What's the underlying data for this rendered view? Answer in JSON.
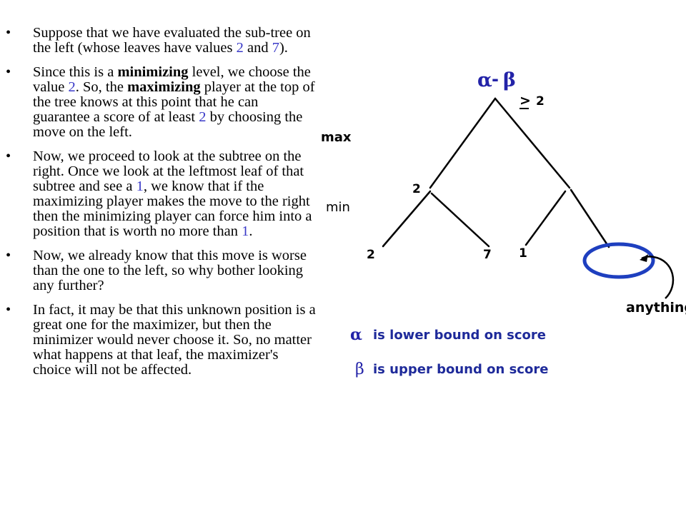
{
  "bullets": [
    {
      "parts": [
        {
          "t": "Suppose that we have evaluated the sub-tree on the left (whose leaves have values "
        },
        {
          "t": "2",
          "hl": true
        },
        {
          "t": " and "
        },
        {
          "t": "7",
          "hl": true
        },
        {
          "t": ")."
        }
      ]
    },
    {
      "parts": [
        {
          "t": "Since this is a "
        },
        {
          "t": "minimizing",
          "b": true
        },
        {
          "t": " level, we choose the value "
        },
        {
          "t": "2",
          "hl": true
        },
        {
          "t": ". So, the "
        },
        {
          "t": "maximizing",
          "b": true
        },
        {
          "t": " player at the top of the tree knows at this point that he can guarantee a score of at least "
        },
        {
          "t": "2",
          "hl": true
        },
        {
          "t": " by choosing the move on the left."
        }
      ]
    },
    {
      "parts": [
        {
          "t": "Now, we proceed to look at the subtree on the right. Once we look at the leftmost leaf of that subtree and see a "
        },
        {
          "t": "1",
          "hl": true
        },
        {
          "t": ", we know that if the maximizing player makes the move to the right then the minimizing player can force him into a position that is worth no more than "
        },
        {
          "t": "1",
          "hl": true
        },
        {
          "t": "."
        }
      ]
    },
    {
      "parts": [
        {
          "t": "Now, we already know that this move is worse than the one to the left, so why bother looking any further?"
        }
      ]
    },
    {
      "parts": [
        {
          "t": "In fact, it may be that this unknown position is a great one for the maximizer, but then the minimizer would never choose it. So, no matter what happens at that leaf, the maximizer's choice will not be affected."
        }
      ]
    }
  ],
  "diagram": {
    "title_alpha": "α",
    "title_dash": "-",
    "title_beta": "β",
    "root_bound_symbol": ">",
    "root_bound_value": "2",
    "level_max": "max",
    "level_min": "min",
    "min_left_value": "2",
    "leaf_values": [
      "2",
      "7",
      "1"
    ],
    "anything_label": "anything",
    "legend": [
      {
        "symbol": "α",
        "text": "is lower bound on score"
      },
      {
        "symbol": "β",
        "text": "is upper bound on score"
      }
    ]
  },
  "colors": {
    "highlight": "#3a3ac8",
    "title": "#2323a8",
    "ellipse": "#1e3fbf"
  }
}
